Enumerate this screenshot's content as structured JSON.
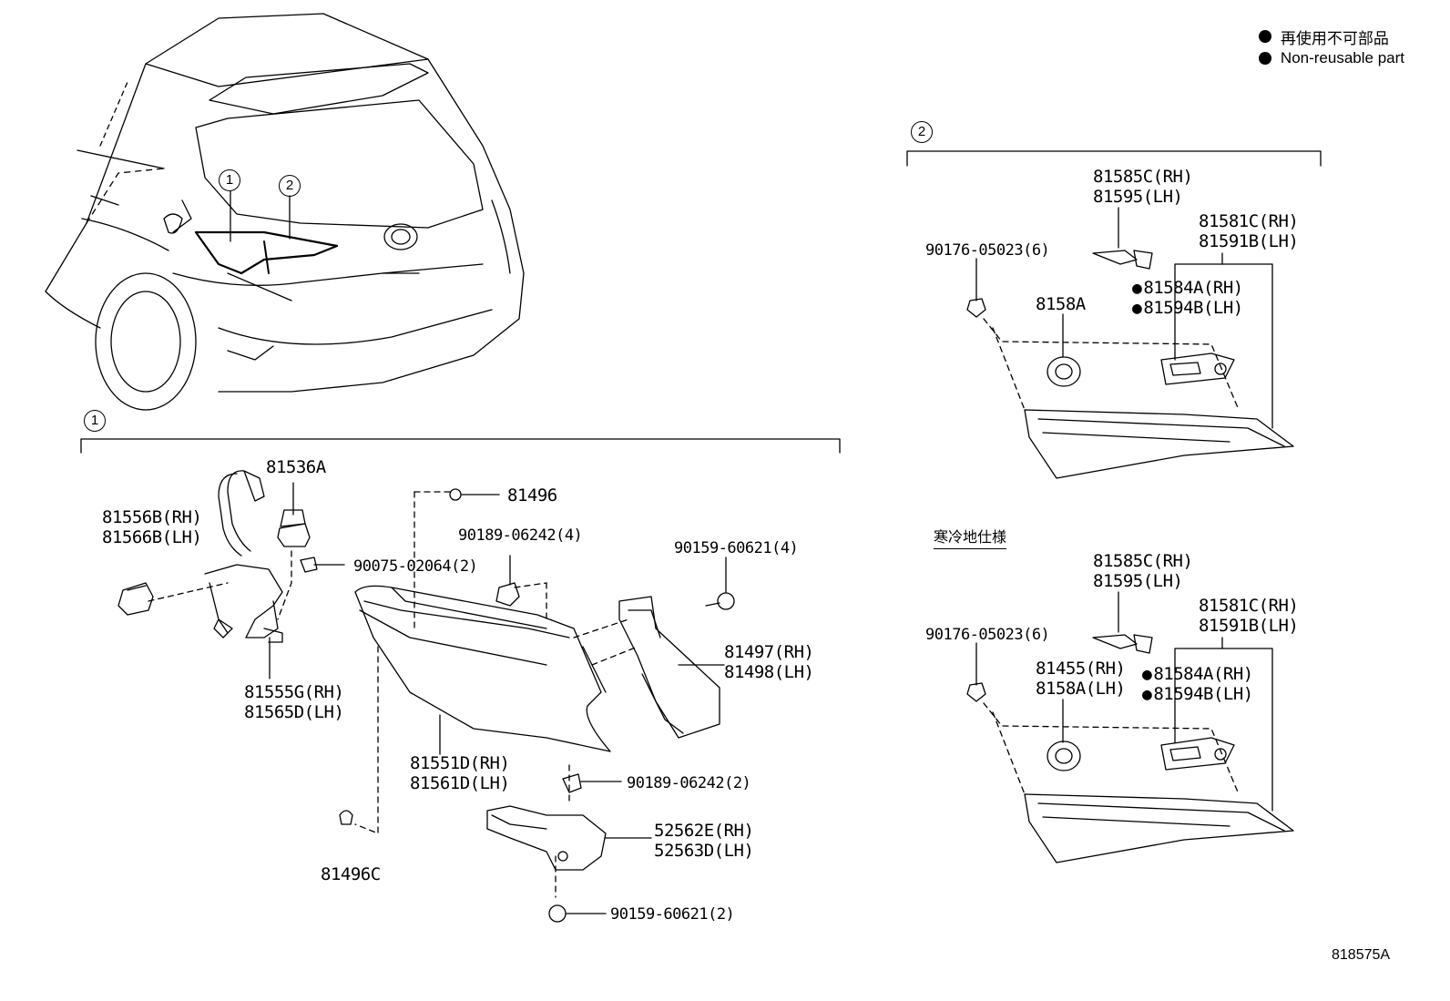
{
  "legend": {
    "jp": "再使用不可部品",
    "en": "Non-reusable part"
  },
  "figure_id": "818575A",
  "callouts": {
    "one": "1",
    "two": "2"
  },
  "cold_spec": "寒冷地仕様",
  "section1": {
    "p81536A": "81536A",
    "p81556B": "81556B(RH)",
    "p81566B": "81566B(LH)",
    "p90075": "90075-02064(2)",
    "p81555G": "81555G(RH)",
    "p81565D": "81565D(LH)",
    "p81496": "81496",
    "p90189a": "90189-06242(4)",
    "p90159a": "90159-60621(4)",
    "p81497": "81497(RH)",
    "p81498": "81498(LH)",
    "p81551D": "81551D(RH)",
    "p81561D": "81561D(LH)",
    "p90189b": "90189-06242(2)",
    "p52562E": "52562E(RH)",
    "p52563D": "52563D(LH)",
    "p81496C": "81496C",
    "p90159b": "90159-60621(2)"
  },
  "section2_top": {
    "p81585C": "81585C(RH)",
    "p81595": "81595(LH)",
    "p81581C": "81581C(RH)",
    "p81591B": "81591B(LH)",
    "p90176": "90176-05023(6)",
    "p81584A": "81584A(RH)",
    "p81594B": "81594B(LH)",
    "p8158A": "8158A"
  },
  "section2_bottom": {
    "p81585C": "81585C(RH)",
    "p81595": "81595(LH)",
    "p81581C": "81581C(RH)",
    "p81591B": "81591B(LH)",
    "p90176": "90176-05023(6)",
    "p81455": "81455(RH)",
    "p8158A": "8158A(LH)",
    "p81584A": "81584A(RH)",
    "p81594B": "81594B(LH)"
  }
}
